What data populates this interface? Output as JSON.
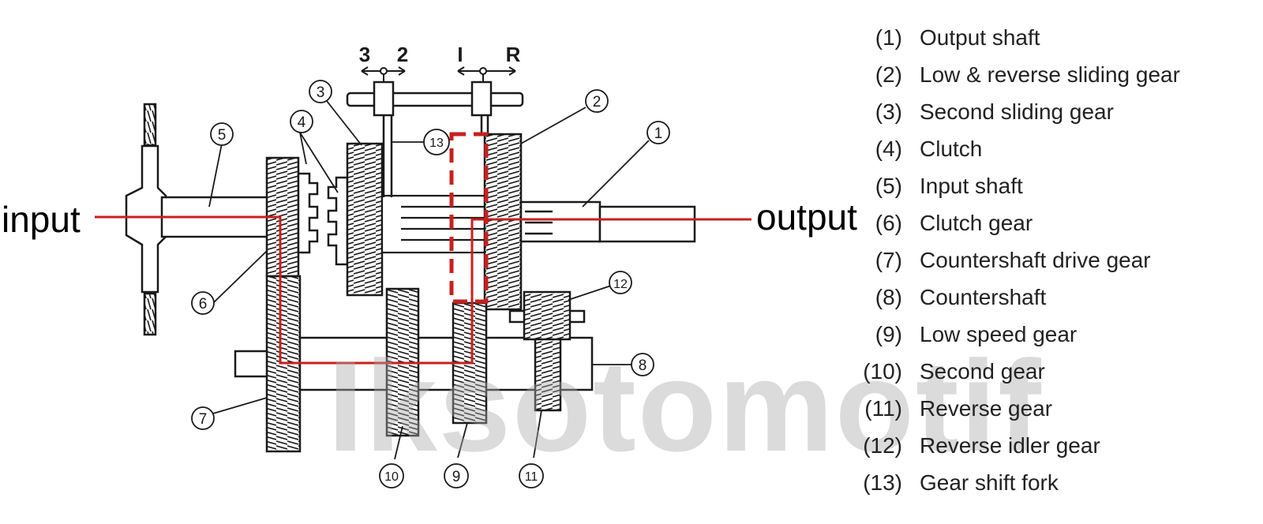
{
  "diagram": {
    "shift_labels": {
      "left_pair": [
        "3",
        "2"
      ],
      "right_pair": [
        "I",
        "R"
      ]
    },
    "callouts": [
      "1",
      "2",
      "3",
      "4",
      "5",
      "6",
      "7",
      "8",
      "9",
      "10",
      "11",
      "12",
      "13"
    ],
    "input_label": "input",
    "output_label": "output",
    "watermark": "Iksotomotif",
    "power_flow_color": "#c8201e",
    "line_color": "#1a1a1a"
  },
  "legend": [
    {
      "num": "(1)",
      "text": "Output shaft"
    },
    {
      "num": "(2)",
      "text": "Low & reverse sliding gear"
    },
    {
      "num": "(3)",
      "text": "Second sliding gear"
    },
    {
      "num": "(4)",
      "text": "Clutch"
    },
    {
      "num": "(5)",
      "text": "Input shaft"
    },
    {
      "num": "(6)",
      "text": "Clutch gear"
    },
    {
      "num": "(7)",
      "text": "Countershaft drive gear"
    },
    {
      "num": "(8)",
      "text": "Countershaft"
    },
    {
      "num": "(9)",
      "text": "Low speed gear"
    },
    {
      "num": "(10)",
      "text": "Second gear"
    },
    {
      "num": "(11)",
      "text": "Reverse gear"
    },
    {
      "num": "(12)",
      "text": "Reverse idler gear"
    },
    {
      "num": "(13)",
      "text": "Gear shift fork"
    }
  ]
}
